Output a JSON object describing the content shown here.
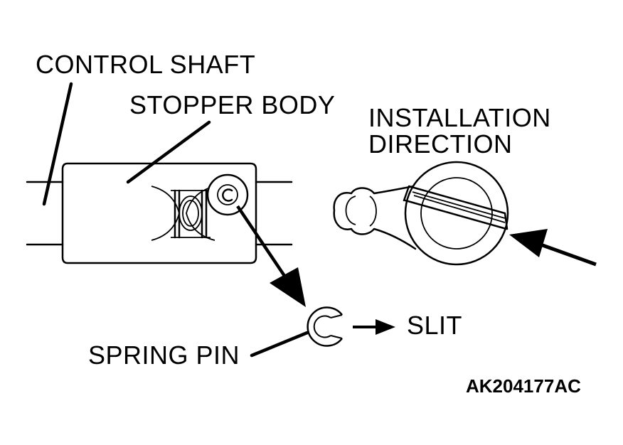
{
  "labels": {
    "control_shaft": "CONTROL SHAFT",
    "stopper_body": "STOPPER BODY",
    "installation_direction_line1": "INSTALLATION",
    "installation_direction_line2": "DIRECTION",
    "slit": "SLIT",
    "spring_pin": "SPRING PIN",
    "figure_code": "AK204177AC"
  }
}
